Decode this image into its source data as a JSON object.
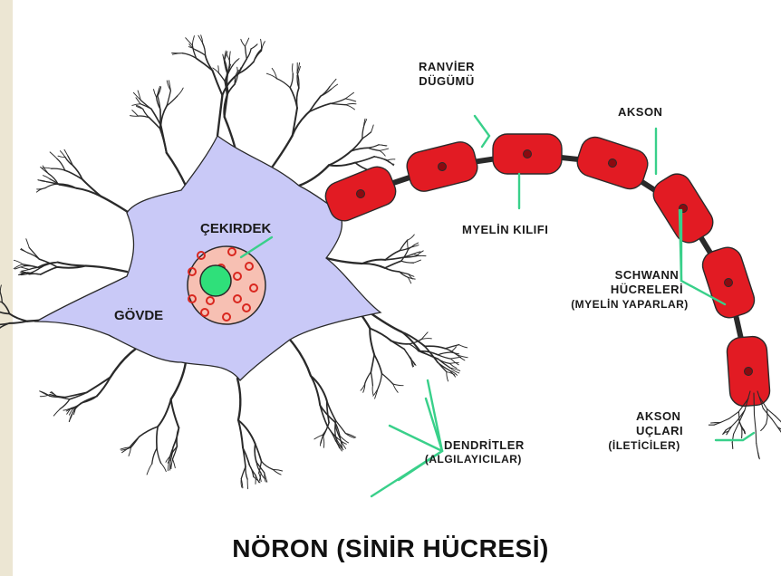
{
  "title": "NÖRON (SİNİR HÜCRESİ)",
  "labels": {
    "ranvier_1": "RANVİER",
    "ranvier_2": "DÜGÜMÜ",
    "akson": "AKSON",
    "cekirdek": "ÇEKIRDEK",
    "myelin_kilifi": "MYELİN KILIFI",
    "govde": "GÖVDE",
    "schwann_1": "SCHWANN",
    "schwann_2": "HÜCRELERİ",
    "schwann_3": "(MYELİN YAPARLAR)",
    "dendritler_1": "DENDRİTLER",
    "dendritler_2": "(ALGILAYICILAR)",
    "akson_uclari_1": "AKSON",
    "akson_uclari_2": "UÇLARI",
    "akson_uclari_3": "(İLETİCİLER)"
  },
  "colors": {
    "cell_body": "#c9c9f7",
    "outline": "#2a2a2a",
    "myelin": "#e21b23",
    "nucleus_ring": "#f7c0b3",
    "nucleolus": "#2fe07a",
    "leader": "#39d08a"
  }
}
